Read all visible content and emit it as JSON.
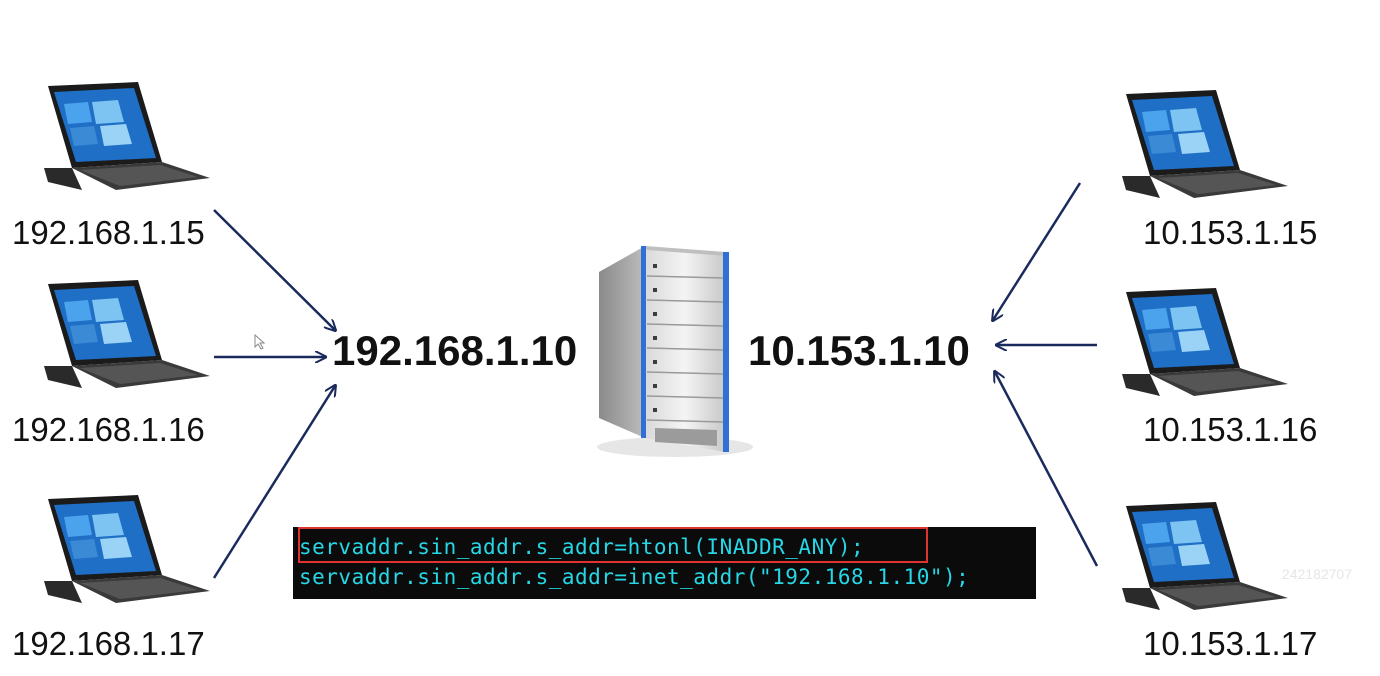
{
  "left_clients": [
    {
      "ip": "192.168.1.15"
    },
    {
      "ip": "192.168.1.16"
    },
    {
      "ip": "192.168.1.17"
    }
  ],
  "right_clients": [
    {
      "ip": "10.153.1.15"
    },
    {
      "ip": "10.153.1.16"
    },
    {
      "ip": "10.153.1.17"
    }
  ],
  "server": {
    "left_interface_ip": "192.168.1.10",
    "right_interface_ip": "10.153.1.10"
  },
  "code": {
    "line1": "servaddr.sin_addr.s_addr=htonl(INADDR_ANY);",
    "line2": "servaddr.sin_addr.s_addr=inet_addr(\"192.168.1.10\");",
    "highlight_color": "#e0322f",
    "text_color": "#27d7e6",
    "background": "#0b0b0b"
  },
  "watermark": {
    "id": "242182707"
  },
  "colors": {
    "arrow": "#1a2a5c",
    "server_accent": "#2f6fd6"
  }
}
